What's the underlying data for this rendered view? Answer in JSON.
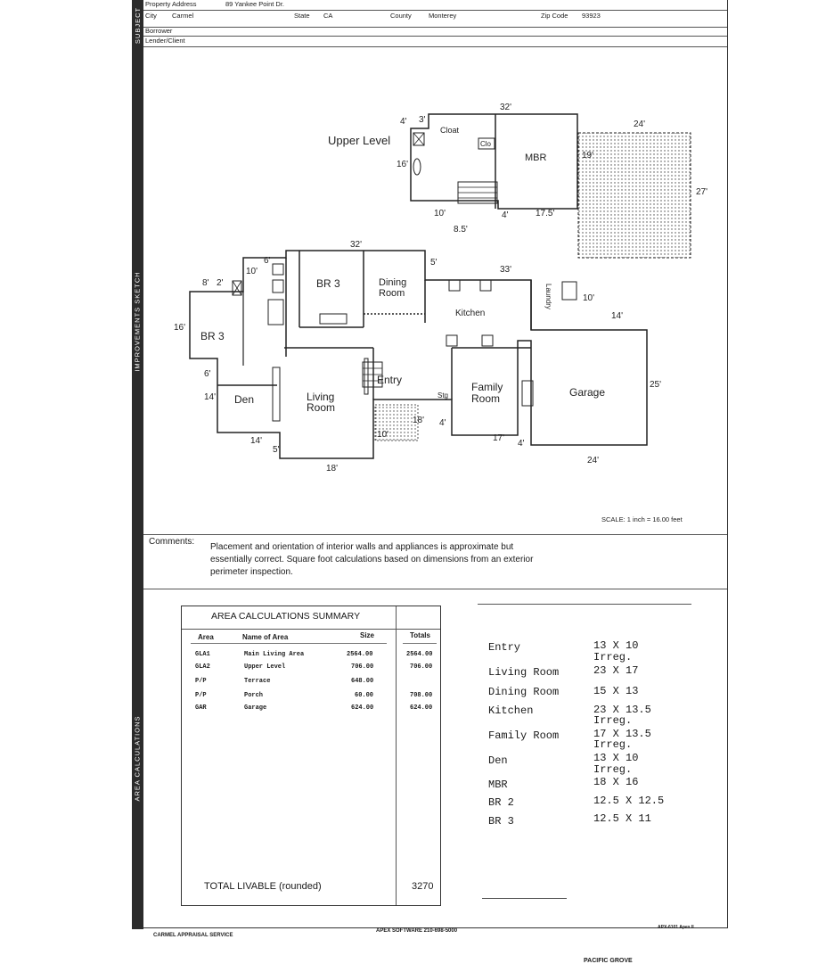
{
  "header": {
    "property_label": "Property Address",
    "property_value": "89 Yankee Point Dr.",
    "city_label": "City",
    "city_value": "Carmel",
    "state_label": "State",
    "state_value": "CA",
    "county_label": "County",
    "county_value": "Monterey",
    "zip_label": "Zip Code",
    "zip_value": "93923",
    "borrower_label": "Borrower",
    "lender_label": "Lender/Client"
  },
  "side_labels": {
    "subject": "SUBJECT",
    "sketch": "IMPROVEMENTS SKETCH",
    "calcs": "AREA CALCULATIONS"
  },
  "sketch": {
    "upper_level": "Upper Level",
    "closet": "Cloat",
    "clo": "Clo",
    "mbr": "MBR",
    "br3_a": "BR 3",
    "br3_b": "BR 3",
    "dining": "Dining",
    "room": "Room",
    "kitchen": "Kitchen",
    "laundry": "Laundry",
    "entry": "Entry",
    "living": "Living",
    "family": "Family",
    "den": "Den",
    "garage": "Garage",
    "stg": "Stg",
    "dims": {
      "d32a": "32'",
      "d24a": "24'",
      "d4a": "4'",
      "d3a": "3'",
      "d16a": "16'",
      "d19a": "19'",
      "d27": "27'",
      "d10a": "10'",
      "d4b": "4'",
      "d175": "17.5'",
      "d85": "8.5'",
      "d32b": "32'",
      "d6a": "6'",
      "d5a": "5'",
      "d33": "33'",
      "d8": "8'",
      "d2": "2'",
      "d10b": "10'",
      "d10c": "10'",
      "d14a": "14'",
      "d16b": "16'",
      "d6b": "6'",
      "d14b": "14'",
      "d25": "25'",
      "d18a": "18'",
      "d4c": "4'",
      "d17": "17'",
      "d4d": "4'",
      "d14c": "14'",
      "d5b": "5'",
      "d10d": "10'",
      "d18b": "18'",
      "d24b": "24'"
    },
    "scale": "SCALE: 1 inch = 16.00 feet"
  },
  "comments": {
    "label": "Comments:",
    "text": "Placement and orientation of interior walls and appliances is approximate but essentially correct. Square foot calculations based on dimensions from an exterior perimeter inspection."
  },
  "summary": {
    "title": "AREA CALCULATIONS SUMMARY",
    "col_area": "Area",
    "col_name": "Name of Area",
    "col_size": "Size",
    "col_totals": "Totals",
    "rows": [
      {
        "area": "GLA1",
        "name": "Main Living Area",
        "size": "2564.00",
        "total": "2564.00"
      },
      {
        "area": "GLA2",
        "name": "Upper Level",
        "size": "706.00",
        "total": "706.00"
      },
      {
        "area": "P/P",
        "name": "Terrace",
        "size": "648.00",
        "total": ""
      },
      {
        "area": "P/P",
        "name": "Porch",
        "size": "60.00",
        "total": "708.00"
      },
      {
        "area": "GAR",
        "name": "Garage",
        "size": "624.00",
        "total": "624.00"
      }
    ],
    "total_label": "TOTAL LIVABLE  (rounded)",
    "total_value": "3270"
  },
  "rooms": [
    {
      "name": "Entry",
      "dim": "13 X 10",
      "note": "Irreg."
    },
    {
      "name": "Living Room",
      "dim": "23 X 17",
      "note": ""
    },
    {
      "name": "Dining Room",
      "dim": "15 X 13",
      "note": ""
    },
    {
      "name": "Kitchen",
      "dim": "23 X 13.5",
      "note": "Irreg."
    },
    {
      "name": "Family Room",
      "dim": "17 X 13.5",
      "note": "Irreg."
    },
    {
      "name": "Den",
      "dim": "13 X 10",
      "note": "Irreg."
    },
    {
      "name": "MBR",
      "dim": "18 X 16",
      "note": ""
    },
    {
      "name": "BR 2",
      "dim": "12.5 X 12.5",
      "note": ""
    },
    {
      "name": "BR 3",
      "dim": "12.5 X 11",
      "note": ""
    }
  ],
  "footer": {
    "left": "CARMEL APPRAISAL SERVICE",
    "center": "APEX SOFTWARE  210-698-5000",
    "right": "APX-6101 Apex II",
    "bottom": "PACIFIC GROVE"
  }
}
